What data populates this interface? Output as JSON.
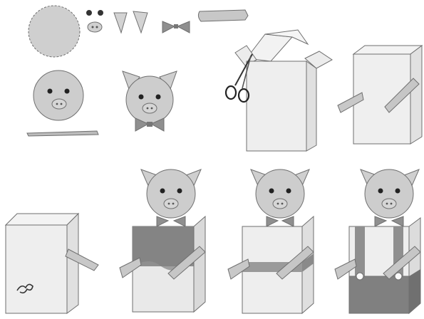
{
  "title": "",
  "description_visible_text": "",
  "palette": {
    "paper": "#ffffff",
    "skin": "#c9c9c9",
    "skin_light": "#d9d9d9",
    "outline": "#6f6f6f",
    "box_face": "#eeeeee",
    "box_side": "#e2e2e2",
    "shirt_dark": "#8c8c8c",
    "band": "#9a9a9a",
    "bow": "#8f8f8f",
    "dark": "#333333"
  },
  "steps": {
    "parts": [
      "head-circle",
      "eyes-and-snout",
      "ears",
      "bow-tie",
      "arm-strip"
    ],
    "finished_variants": [
      "patterned-shirt",
      "belt",
      "overalls"
    ]
  }
}
